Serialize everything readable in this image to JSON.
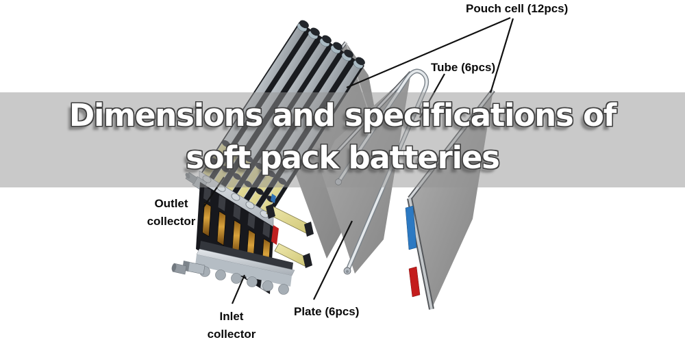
{
  "title": {
    "line1": "Dimensions and specifications of",
    "line2": "soft pack batteries"
  },
  "callouts": {
    "pouch_cell": "Pouch cell (12pcs)",
    "tube": "Tube (6pcs)",
    "outlet": {
      "line1": "Outlet",
      "line2": "collector"
    },
    "inlet": {
      "line1": "Inlet",
      "line2": "collector"
    },
    "plate": "Plate (6pcs)"
  },
  "colors": {
    "background": "#ffffff",
    "title_band": "rgba(148,148,148,0.5)",
    "title_text": "#ffffff",
    "title_outline": "#3f3f3f",
    "label_text": "#0a0a0a",
    "leader_line": "#111111",
    "plate_gray": "#9a9a9a",
    "tube_silver": "#c6ccd1",
    "cell_dark": "#191b1f",
    "cell_window_amber": "#d8a23c",
    "seal_yellow": "#e6df9a",
    "tab_blue": "#2c79c2",
    "tab_red": "#c41d1d",
    "manifold_gray": "#b5bdc4"
  }
}
